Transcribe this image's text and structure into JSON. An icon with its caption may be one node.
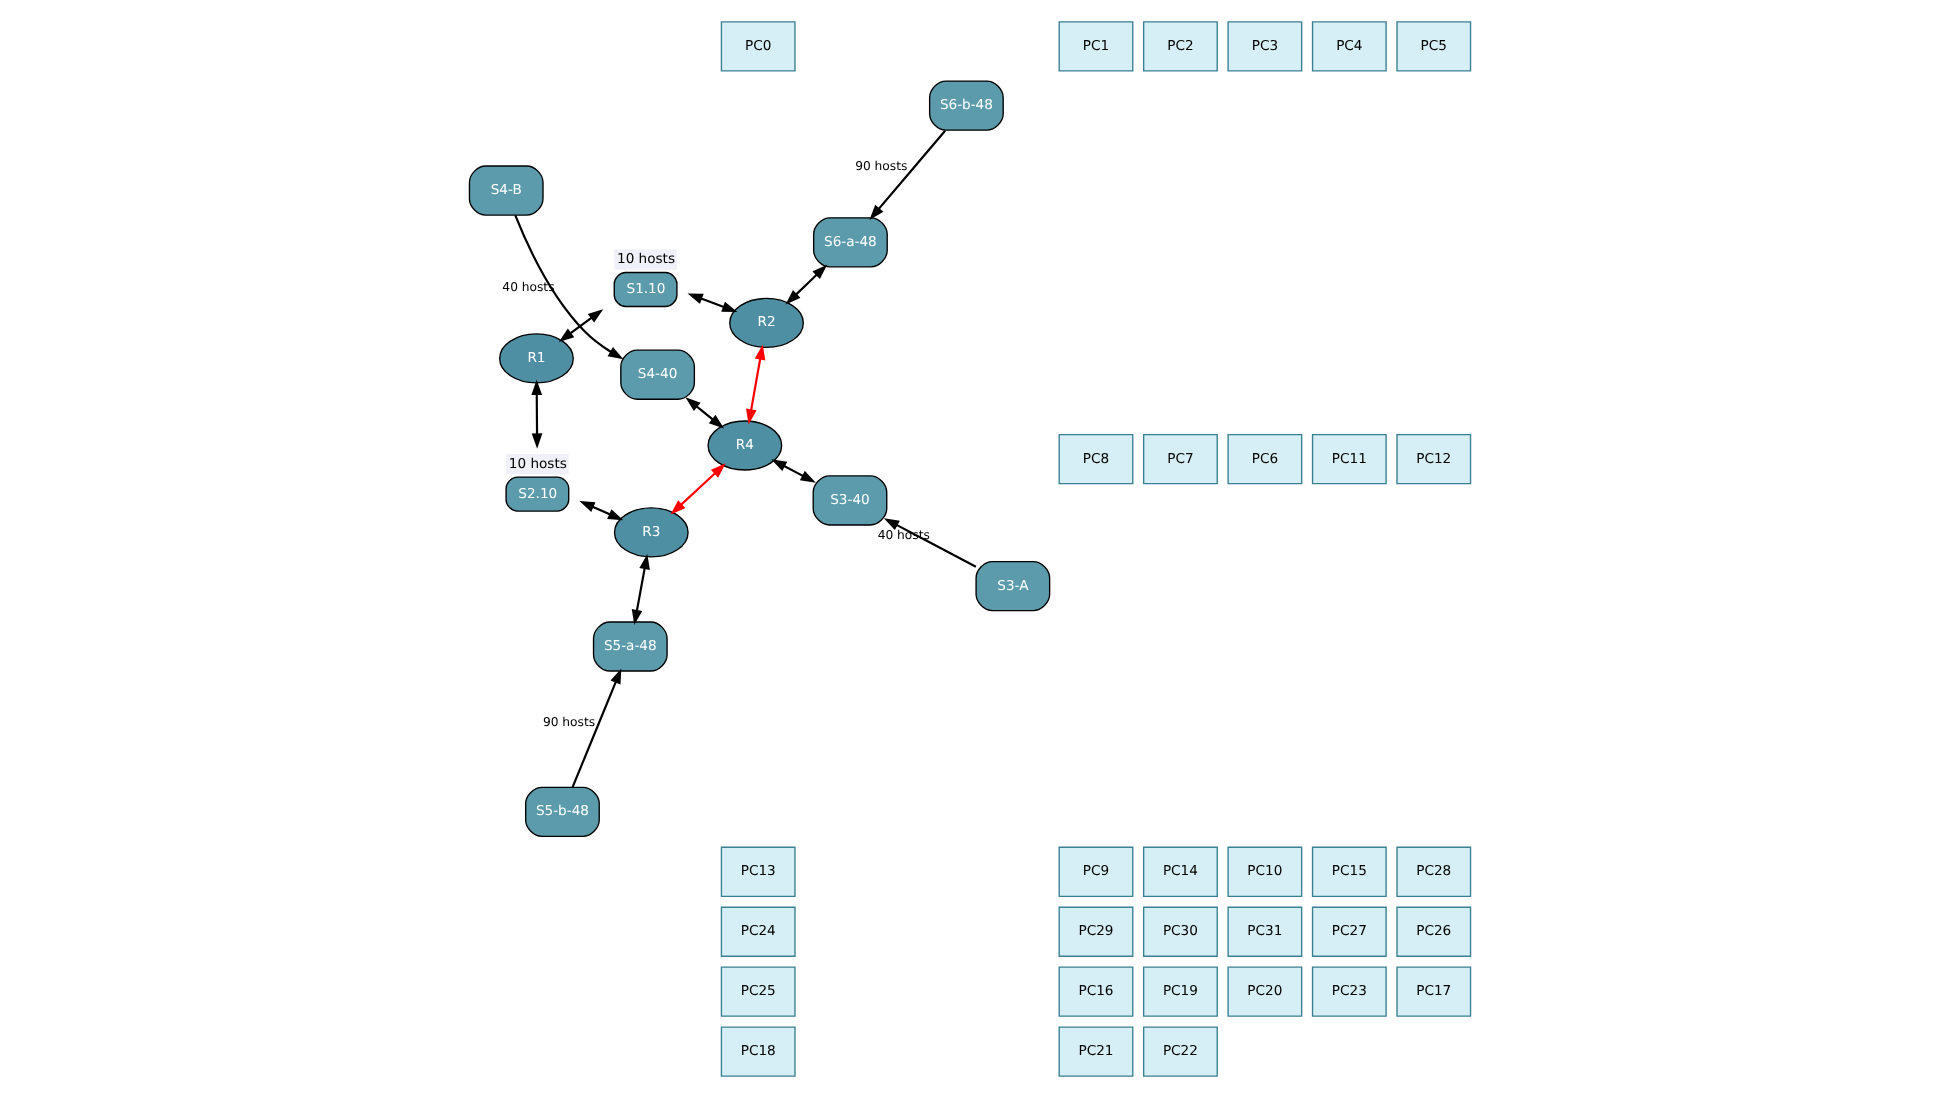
{
  "diagram": {
    "nodes": [
      {
        "text": [
          "PC0"
        ]
      },
      {
        "text": [
          "PC1"
        ]
      },
      {
        "text": [
          "PC2"
        ]
      },
      {
        "text": [
          "PC3"
        ]
      },
      {
        "text": [
          "PC4"
        ]
      },
      {
        "text": [
          "PC5"
        ]
      },
      {
        "text": [
          "S1.10"
        ],
        "beside": [
          "10 hosts"
        ]
      },
      {
        "text": [
          "S2.10"
        ],
        "beside": [
          "10 hosts"
        ]
      },
      {
        "text": [
          "PC8"
        ]
      },
      {
        "text": [
          "PC7"
        ]
      },
      {
        "text": [
          "PC6"
        ]
      },
      {
        "text": [
          "PC11"
        ]
      },
      {
        "text": [
          "PC12"
        ]
      },
      {
        "text": [
          "PC13"
        ]
      },
      {
        "text": [
          "R1"
        ]
      },
      {
        "text": [
          "PC9"
        ]
      },
      {
        "text": [
          "PC14"
        ]
      },
      {
        "text": [
          "S6-a-48"
        ]
      },
      {
        "text": [
          "R2"
        ]
      },
      {
        "text": [
          "R3"
        ]
      },
      {
        "text": [
          "S5-a-48"
        ]
      },
      {
        "text": [
          "PC10"
        ]
      },
      {
        "text": [
          "PC15"
        ]
      },
      {
        "text": [
          "S6-b-48"
        ]
      },
      {
        "text": [
          "S5-b-48"
        ]
      },
      {
        "text": [
          "R4"
        ]
      },
      {
        "text": [
          "PC28"
        ]
      },
      {
        "text": [
          "PC24"
        ]
      },
      {
        "text": [
          "S3-40"
        ]
      },
      {
        "text": [
          "S4-40"
        ]
      },
      {
        "text": [
          "PC29"
        ]
      },
      {
        "text": [
          "PC30"
        ]
      },
      {
        "text": [
          "PC31"
        ]
      },
      {
        "text": [
          "PC27"
        ]
      },
      {
        "text": [
          "PC26"
        ]
      },
      {
        "text": [
          "PC25"
        ]
      },
      {
        "text": [
          "S3-A"
        ]
      },
      {
        "text": [
          "S4-B"
        ]
      },
      {
        "text": [
          "PC16"
        ]
      },
      {
        "text": [
          "PC19"
        ]
      },
      {
        "text": [
          "PC20"
        ]
      },
      {
        "text": [
          "PC23"
        ]
      },
      {
        "text": [
          "PC17"
        ]
      },
      {
        "text": [
          "PC18"
        ]
      },
      {
        "text": [
          "PC21"
        ]
      },
      {
        "text": [
          "PC22"
        ]
      }
    ],
    "edges": [
      {
        "from": 6,
        "to": 18,
        "arrow": "both"
      },
      {
        "from": 6,
        "to": 14,
        "arrow": "both"
      },
      {
        "from": 14,
        "to": 7,
        "arrow": "both"
      },
      {
        "from": 7,
        "to": 19,
        "arrow": "both"
      },
      {
        "from": 17,
        "to": 18,
        "arrow": "both"
      },
      {
        "from": 23,
        "to": 17,
        "arrow": "to",
        "label": "90 hosts"
      },
      {
        "from": 18,
        "to": 25,
        "arrow": "both",
        "color": "#ff0000"
      },
      {
        "from": 19,
        "to": 25,
        "arrow": "both",
        "color": "#ff0000"
      },
      {
        "from": 19,
        "to": 20,
        "arrow": "both"
      },
      {
        "from": 24,
        "to": 20,
        "arrow": "to",
        "label": "90 hosts"
      },
      {
        "from": 25,
        "to": 28,
        "arrow": "both"
      },
      {
        "from": 25,
        "to": 29,
        "arrow": "both"
      },
      {
        "from": 36,
        "to": 28,
        "arrow": "to",
        "label": "40 hosts"
      },
      {
        "from": 37,
        "to": 29,
        "arrow": "to",
        "label": "40 hosts"
      }
    ]
  }
}
